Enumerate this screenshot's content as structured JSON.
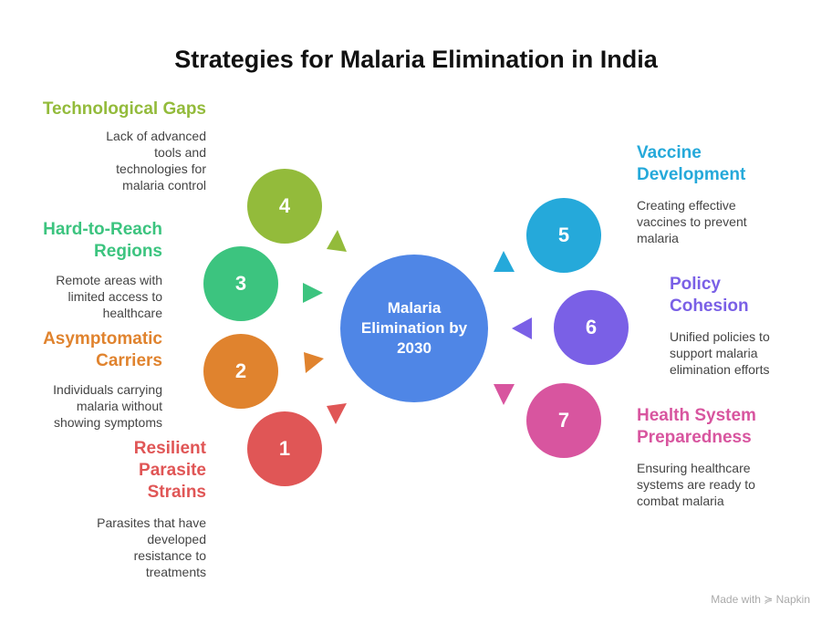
{
  "title": "Strategies for Malaria Elimination in India",
  "center": {
    "label": "Malaria Elimination by 2030",
    "color": "#4f86e6"
  },
  "items": [
    {
      "num": "1",
      "title": "Resilient Parasite Strains",
      "desc": "Parasites that have developed resistance to treatments",
      "color": "#e05656"
    },
    {
      "num": "2",
      "title": "Asymptomatic Carriers",
      "desc": "Individuals carrying malaria without showing symptoms",
      "color": "#e0832e"
    },
    {
      "num": "3",
      "title": "Hard-to-Reach Regions",
      "desc": "Remote areas with limited access to healthcare",
      "color": "#3cc47f"
    },
    {
      "num": "4",
      "title": "Technological Gaps",
      "desc": "Lack of advanced tools and technologies for malaria control",
      "color": "#93bb3b"
    },
    {
      "num": "5",
      "title": "Vaccine Development",
      "desc": "Creating effective vaccines to prevent malaria",
      "color": "#25a9da"
    },
    {
      "num": "6",
      "title": "Policy Cohesion",
      "desc": "Unified policies to support malaria elimination efforts",
      "color": "#7a60e6"
    },
    {
      "num": "7",
      "title": "Health System Preparedness",
      "desc": "Ensuring healthcare systems are ready to combat malaria",
      "color": "#d8559f"
    }
  ],
  "footer": "Made with ≽ Napkin"
}
